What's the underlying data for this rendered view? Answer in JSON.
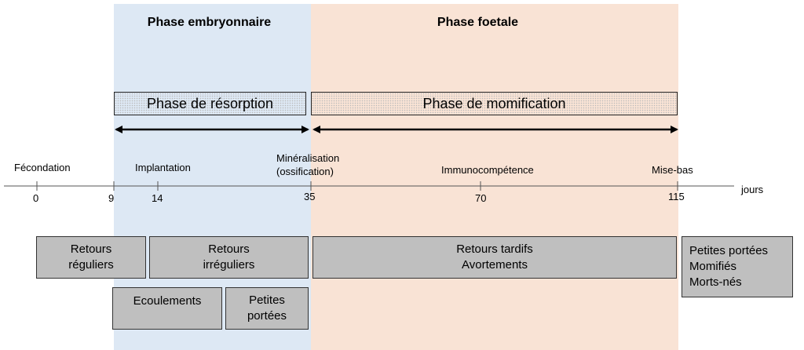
{
  "phases": {
    "embryonic": {
      "title": "Phase embryonnaire",
      "color": "#dde8f4"
    },
    "fetal": {
      "title": "Phase foetale",
      "color": "#f9e3d5"
    }
  },
  "subphases": {
    "resorption": "Phase de résorption",
    "momification": "Phase de momification"
  },
  "timeline": {
    "unit": "jours",
    "ticks": [
      "0",
      "9",
      "14",
      "35",
      "70",
      "115"
    ],
    "events": {
      "fecondation": "Fécondation",
      "implantation": "Implantation",
      "mineralisation_line1": "Minéralisation",
      "mineralisation_line2": "(ossification)",
      "immunocompetence": "Immunocompétence",
      "mise_bas": "Mise-bas"
    }
  },
  "boxes": {
    "retours_reguliers": [
      "Retours",
      "réguliers"
    ],
    "retours_irreguliers": [
      "Retours",
      "irréguliers"
    ],
    "retours_tardifs": [
      "Retours tardifs",
      "Avortements"
    ],
    "issue": [
      "Petites portées",
      "Momifiés",
      "Morts-nés"
    ],
    "ecoulements": [
      "Ecoulements"
    ],
    "petites_portees": [
      "Petites",
      "portées"
    ]
  }
}
